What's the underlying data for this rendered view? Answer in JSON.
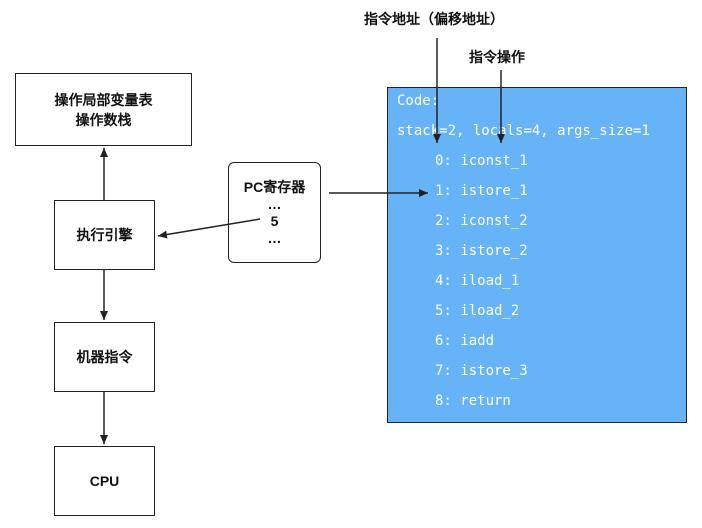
{
  "labels": {
    "address": "指令地址（偏移地址）",
    "operation": "指令操作"
  },
  "boxes": {
    "stack": [
      "操作局部变量表",
      "操作数栈"
    ],
    "engine": "执行引擎",
    "machine": "机器指令",
    "cpu": "CPU",
    "pc_title": "PC寄存器",
    "pc_dots1": "…",
    "pc_value": "5",
    "pc_dots2": "…"
  },
  "code": {
    "header": "Code:",
    "meta": "stack=2, locals=4, args_size=1",
    "instructions": [
      "0: iconst_1",
      "1: istore_1",
      "2: iconst_2",
      "3: istore_2",
      "4: iload_1",
      "5: iload_2",
      "6: iadd",
      "7: istore_3",
      "8: return"
    ]
  },
  "colors": {
    "code_bg": "#66b3f7",
    "code_text": "#ffffff",
    "stroke": "#222222"
  }
}
